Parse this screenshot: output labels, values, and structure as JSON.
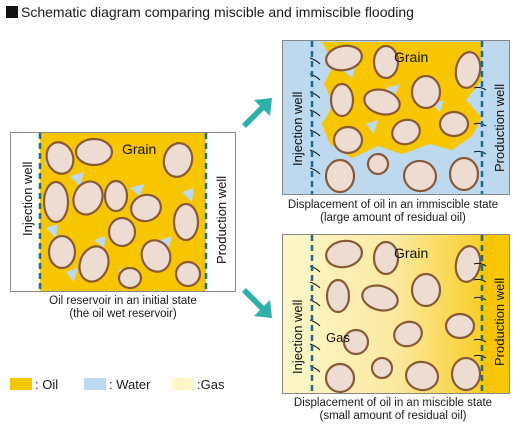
{
  "title": "Schematic diagram comparing miscible and immiscible flooding",
  "labels": {
    "grain": "Grain",
    "injection_well": "Injection well",
    "production_well": "Production well",
    "gas": "Gas"
  },
  "captions": {
    "initial_line1": "Oil reservoir in an initial state",
    "initial_line2": "(the oil wet reservoir)",
    "immiscible_line1": "Displacement of oil in an immiscible state",
    "immiscible_line2": "(large amount of residual oil)",
    "miscible_line1": "Displacement of oil in an miscible state",
    "miscible_line2": "(small amount of residual oil)"
  },
  "legend": {
    "oil": ": Oil",
    "water": ": Water",
    "gas": ":Gas"
  },
  "colors": {
    "oil": "#f7c600",
    "water": "#bcd9ef",
    "gas": "#fdf7c9",
    "grain_fill": "#ecdcd2",
    "grain_stroke": "#8a5a36",
    "well_line": "#1f6b8c",
    "flow_arrow": "#2bb0ac"
  }
}
